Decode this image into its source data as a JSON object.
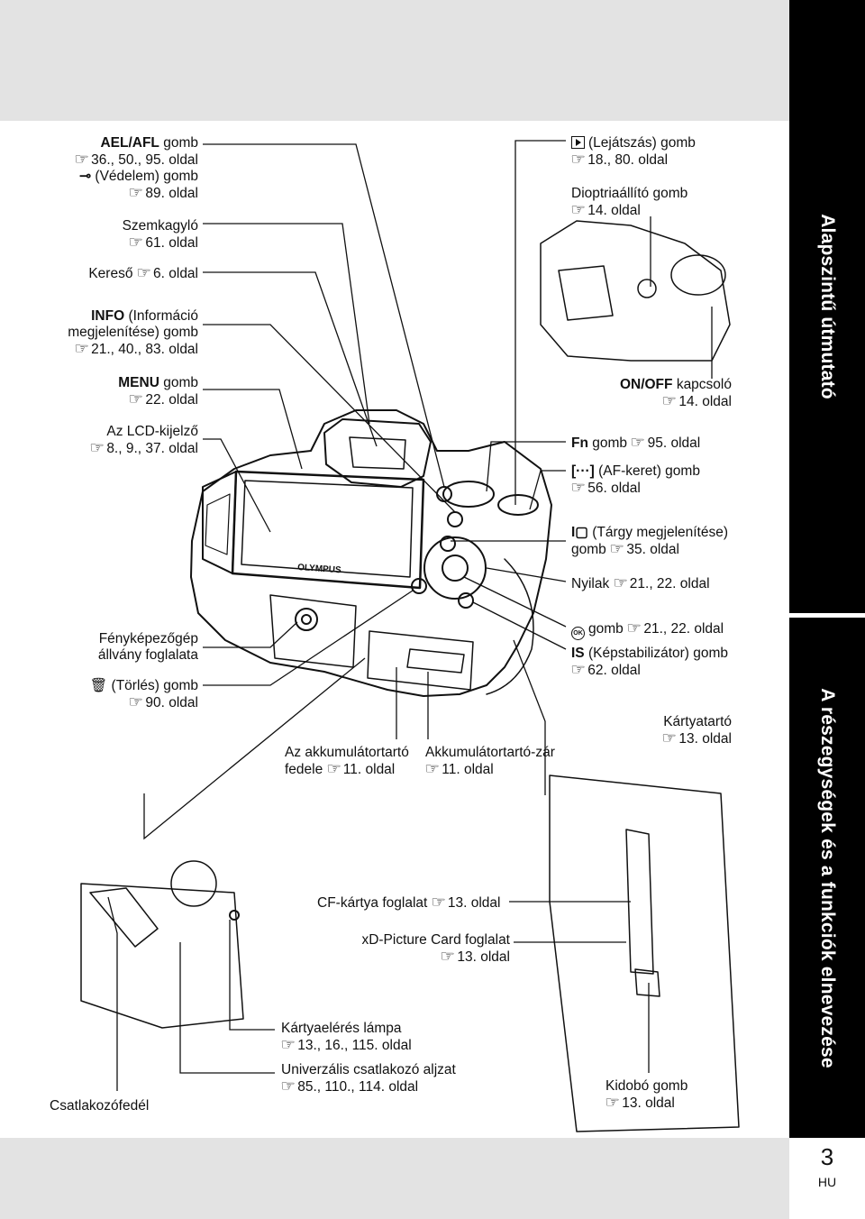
{
  "side_tabs": {
    "top": "Alapszintű útmutató",
    "middle": "A részegységek és a funkciók elnevezése"
  },
  "page": {
    "number": "3",
    "lang": "HU"
  },
  "camera": {
    "brand": "OLYMPUS"
  },
  "labels_left": {
    "ael_afl": "AEL/AFL",
    "ael_afl_suffix": "gomb",
    "ael_afl_ref": "36., 50., 95. oldal",
    "protect_text": "(Védelem) gomb",
    "protect_ref": "89. oldal",
    "eyecup": "Szemkagyló",
    "eyecup_ref": "61. oldal",
    "viewfinder": "Kereső",
    "viewfinder_ref": "6. oldal",
    "info": "INFO",
    "info_text1": "(Információ",
    "info_text2": "megjelenítése) gomb",
    "info_ref": "21., 40., 83. oldal",
    "menu": "MENU",
    "menu_suffix": "gomb",
    "menu_ref": "22. oldal",
    "lcd": "Az LCD-kijelző",
    "lcd_ref": "8., 9., 37. oldal",
    "tripod1": "Fényképezőgép",
    "tripod2": "állvány foglalata",
    "erase": "(Törlés) gomb",
    "erase_ref": "90. oldal",
    "connector_cover": "Csatlakozófedél"
  },
  "labels_right": {
    "playback": "(Lejátszás) gomb",
    "playback_ref": "18., 80. oldal",
    "diopter": "Dioptriaállító gomb",
    "diopter_ref": "14. oldal",
    "onoff": "ON/OFF",
    "onoff_suffix": "kapcsoló",
    "onoff_ref": "14. oldal",
    "fn": "Fn",
    "fn_suffix": "gomb",
    "fn_ref": "95. oldal",
    "af_frame": "(AF-keret) gomb",
    "af_frame_ref": "56. oldal",
    "subject": "(Tárgy megjelenítése)",
    "subject_suffix": "gomb",
    "subject_ref": "35. oldal",
    "arrows": "Nyilak",
    "arrows_ref": "21., 22. oldal",
    "ok_suffix": "gomb",
    "ok_ref": "21., 22. oldal",
    "is": "IS",
    "is_text": "(Képstabilizátor) gomb",
    "is_ref": "62. oldal",
    "card_holder": "Kártyatartó",
    "card_holder_ref": "13. oldal",
    "eject": "Kidobó gomb",
    "eject_ref": "13. oldal"
  },
  "labels_center": {
    "battery_cover1": "Az akkumulátortartó",
    "battery_cover2": "fedele",
    "battery_cover_ref": "11. oldal",
    "battery_lock": "Akkumulátortartó-zár",
    "battery_lock_ref": "11. oldal",
    "cf_slot": "CF-kártya foglalat",
    "cf_slot_ref": "13. oldal",
    "xd_slot": "xD-Picture Card foglalat",
    "xd_slot_ref": "13. oldal",
    "access_lamp": "Kártyaelérés lámpa",
    "access_lamp_ref": "13., 16., 115. oldal",
    "multi_connector": "Univerzális csatlakozó aljzat",
    "multi_connector_ref": "85., 110., 114. oldal"
  }
}
